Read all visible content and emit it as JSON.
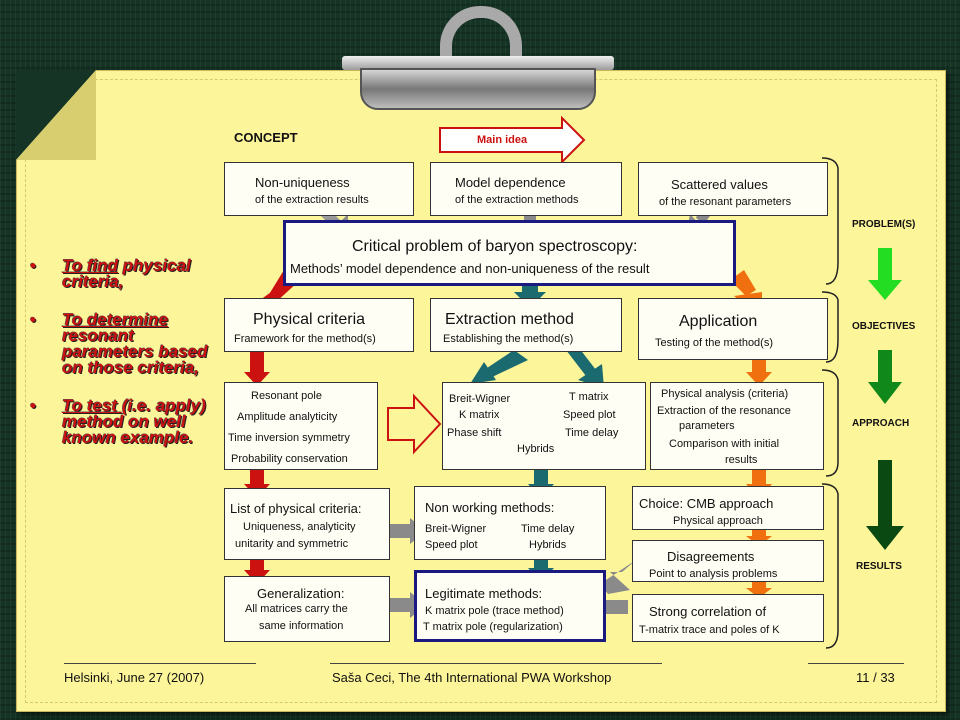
{
  "concept_label": "CONCEPT",
  "main_idea": "Main idea",
  "problems": [
    {
      "title": "Non-uniqueness",
      "sub": "of the extraction results"
    },
    {
      "title": "Model dependence",
      "sub": "of the extraction methods"
    },
    {
      "title": "Scattered values",
      "sub": "of the resonant parameters"
    }
  ],
  "critical": {
    "title": "Critical problem of baryon spectroscopy:",
    "sub": "Methods’ model dependence and non-uniqueness of the result"
  },
  "objectives": [
    {
      "title": "Physical criteria",
      "sub": "Framework for the method(s)"
    },
    {
      "title": "Extraction method",
      "sub": "Establishing the method(s)"
    },
    {
      "title": "Application",
      "sub": "Testing of the method(s)"
    }
  ],
  "approach_left": {
    "lines": [
      "Resonant pole",
      "Amplitude analyticity",
      "Time inversion symmetry",
      "Probability conservation"
    ]
  },
  "approach_mid": {
    "bw": "Breit-Wigner",
    "tm": "T matrix",
    "km": "K matrix",
    "sp": "Speed plot",
    "ps": "Phase shift",
    "td": "Time delay",
    "hy": "Hybrids"
  },
  "approach_right": {
    "lines": [
      "Physical analysis (criteria)",
      "Extraction of the resonance",
      "parameters",
      "Comparison with initial",
      "results"
    ]
  },
  "results_left1": {
    "title": "List of physical criteria:",
    "l1": "Uniqueness, analyticity",
    "l2": "unitarity and symmetric"
  },
  "results_left2": {
    "title": "Generalization:",
    "l1": "All matrices carry the",
    "l2": "same information"
  },
  "results_mid1": {
    "title": "Non working methods:",
    "a": "Breit-Wigner",
    "b": "Time delay",
    "c": "Speed plot",
    "d": "Hybrids"
  },
  "results_mid2": {
    "title": "Legitimate methods:",
    "l1": "K matrix pole (trace method)",
    "l2": "T matrix pole (regularization)"
  },
  "results_right": [
    {
      "title": "Choice: CMB approach",
      "sub": "Physical approach"
    },
    {
      "title": "Disagreements",
      "sub": "Point to analysis problems"
    },
    {
      "title": "Strong correlation of",
      "sub": "T-matrix trace and poles of K"
    }
  ],
  "side_labels": {
    "problems": "PROBLEM(S)",
    "objectives": "OBJECTIVES",
    "approach": "APPROACH",
    "results": "RESULTS"
  },
  "bullets": [
    {
      "u": "To find",
      "rest": " physical criteria,"
    },
    {
      "u": "To determine",
      "rest": " resonant parameters based on those criteria,"
    },
    {
      "u": "To test ",
      "rest": "(i.e. apply) method on well known example."
    }
  ],
  "footer": {
    "left": "Helsinki, June 27 (2007)",
    "center": "Saša Ceci, The 4th International PWA Workshop",
    "right": "11 / 33"
  },
  "colors": {
    "red": "#cc1111",
    "orange": "#f07010",
    "teal": "#1a6a70",
    "gray_arrow": "#8a8a8a",
    "green_light": "#22dd22",
    "green_mid": "#11881a",
    "green_dark": "#0a4a12",
    "navy": "#1a1a80"
  }
}
